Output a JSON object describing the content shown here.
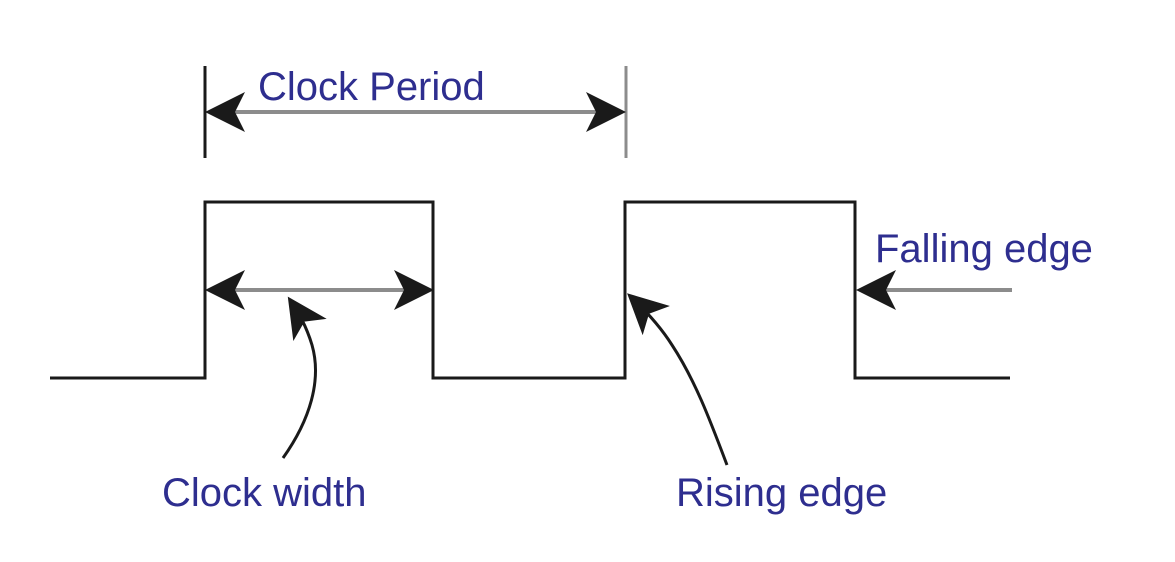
{
  "labels": {
    "clock_period": "Clock Period",
    "falling_edge": "Falling edge",
    "clock_width": "Clock width",
    "rising_edge": "Rising edge"
  },
  "colors": {
    "text": "#2e2e8f",
    "line": "#1a1a1a",
    "dimension_line": "#8c8c8c",
    "background": "#ffffff"
  }
}
